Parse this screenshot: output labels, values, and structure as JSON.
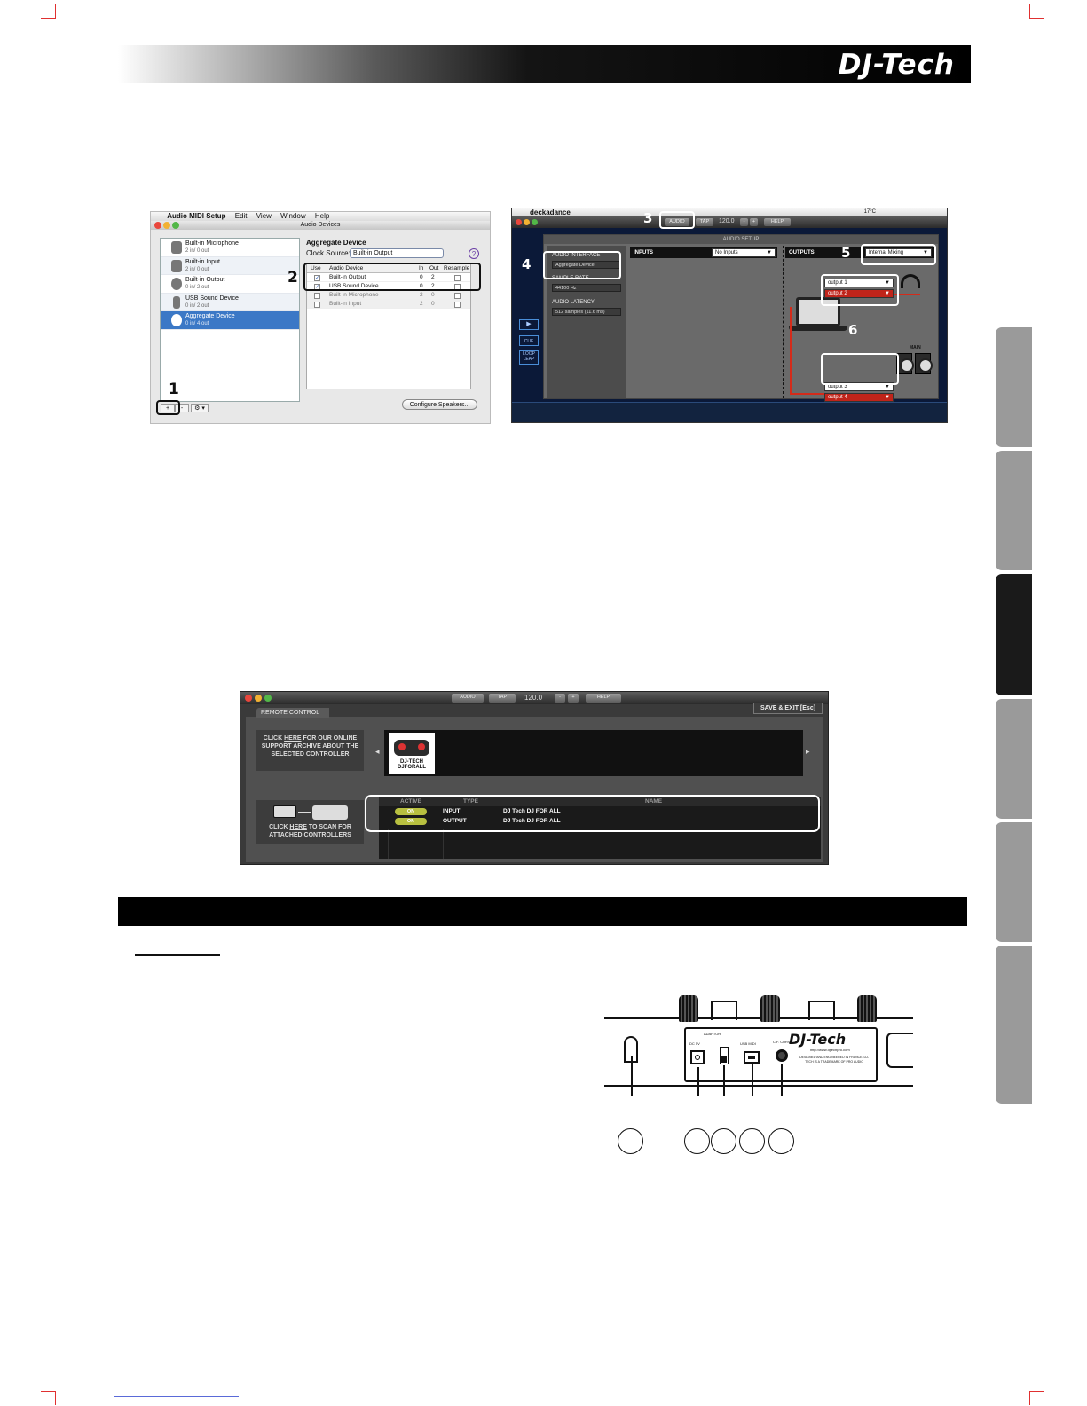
{
  "header": {
    "brand": "DJ-Tech"
  },
  "audio_midi_setup": {
    "menu": [
      "Audio MIDI Setup",
      "Edit",
      "View",
      "Window",
      "Help"
    ],
    "window_title": "Audio Devices",
    "devices": [
      {
        "name": "Built-in Microphone",
        "io": "2 in/ 0 out"
      },
      {
        "name": "Built-in Input",
        "io": "2 in/ 0 out"
      },
      {
        "name": "Built-in Output",
        "io": "0 in/ 2 out"
      },
      {
        "name": "USB Sound Device",
        "io": "0 in/ 2 out"
      },
      {
        "name": "Aggregate Device",
        "io": "0 in/ 4 out"
      }
    ],
    "panel_title": "Aggregate Device",
    "clock_label": "Clock Source:",
    "clock_value": "Built-in Output",
    "help_glyph": "?",
    "table_headers": [
      "Use",
      "Audio Device",
      "In",
      "Out",
      "Resample"
    ],
    "table_rows": [
      {
        "device": "Built-in Output",
        "in": "0",
        "out": "2"
      },
      {
        "device": "USB Sound Device",
        "in": "0",
        "out": "2"
      },
      {
        "device": "Built-in Microphone",
        "in": "2",
        "out": "0"
      },
      {
        "device": "Built-in Input",
        "in": "2",
        "out": "0"
      }
    ],
    "add_button": "+",
    "minus_button": "-",
    "gear_button": "⚙ ▾",
    "configure_button": "Configure Speakers...",
    "callout_1": "1",
    "callout_2": "2"
  },
  "deckadance": {
    "app_name": "deckadance",
    "status_text": "17°C",
    "toolbar": {
      "audio": "AUDIO",
      "tap": "TAP",
      "bpm": "120.0",
      "minus": "-",
      "plus": "+",
      "help": "HELP"
    },
    "setup_title": "AUDIO SETUP",
    "audio_interface_label": "AUDIO INTERFACE",
    "audio_interface_value": "Aggregate Device",
    "sample_rate_label": "SAMPLE RATE",
    "sample_rate_value": "44100 Hz",
    "latency_label": "AUDIO LATENCY",
    "latency_value": "512 samples (11.6 ms)",
    "inputs_label": "INPUTS",
    "inputs_value": "No Inputs",
    "outputs_label": "OUTPUTS",
    "outputs_value": "Internal Mixing",
    "output_1": "output 1",
    "output_2": "output 2",
    "output_3": "output 3",
    "output_4": "output 4",
    "main_label": "MAIN",
    "side_play": "▶",
    "side_cue": "CUE",
    "side_loop": "LOOP LEAP",
    "callout_3": "3",
    "callout_4": "4",
    "callout_5": "5",
    "callout_6": "6"
  },
  "remote_control": {
    "toolbar": {
      "audio": "AUDIO",
      "tap": "TAP",
      "bpm": "120.0",
      "minus": "-",
      "plus": "+",
      "help": "HELP"
    },
    "tab": "REMOTE CONTROL",
    "save_exit": "SAVE & EXIT [Esc]",
    "support_pre": "CLICK ",
    "support_link": "HERE",
    "support_post": " FOR OUR ONLINE SUPPORT ARCHIVE ABOUT THE SELECTED CONTROLLER",
    "thumb_line1": "DJ-TECH",
    "thumb_line2": "DJFORALL",
    "scan_pre": "CLICK ",
    "scan_link": "HERE",
    "scan_post": " TO SCAN FOR ATTACHED CONTROLLERS",
    "arrow_left": "◂",
    "arrow_right": "▸",
    "columns": [
      "ACTIVE",
      "TYPE",
      "NAME"
    ],
    "rows": [
      {
        "active": "ON",
        "type": "INPUT",
        "name": "DJ Tech DJ FOR ALL"
      },
      {
        "active": "ON",
        "type": "OUTPUT",
        "name": "DJ Tech DJ FOR ALL"
      }
    ]
  },
  "rear_panel": {
    "brand": "DJ-Tech",
    "url": "http://www.djtechpro.com",
    "adaptor_label": "ADAPTOR",
    "usb_label": "USB MIDI",
    "curve_label": "C.F. CURVE",
    "dc_label": "DC 5V",
    "fine_print": "DESIGNED AND ENGINEERED IN FRANCE. DJ-TECH IS A TRADEMARK OF PRO AUDIO"
  }
}
